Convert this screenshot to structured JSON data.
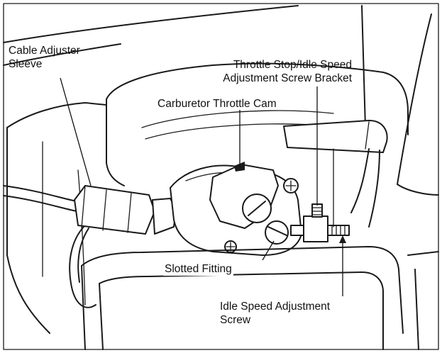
{
  "callouts": {
    "cable_adjuster": [
      "Cable Adjuster",
      "Sleeve"
    ],
    "throttle_stop": [
      "Throttle Stop/Idle Speed",
      "Adjustment Screw Bracket"
    ],
    "throttle_cam": "Carburetor Throttle Cam",
    "slotted_fitting": "Slotted Fitting",
    "idle_speed_screw": [
      "Idle Speed Adjustment",
      "Screw"
    ]
  },
  "style": {
    "ink": "#1a1a1a",
    "paper": "#ffffff"
  }
}
